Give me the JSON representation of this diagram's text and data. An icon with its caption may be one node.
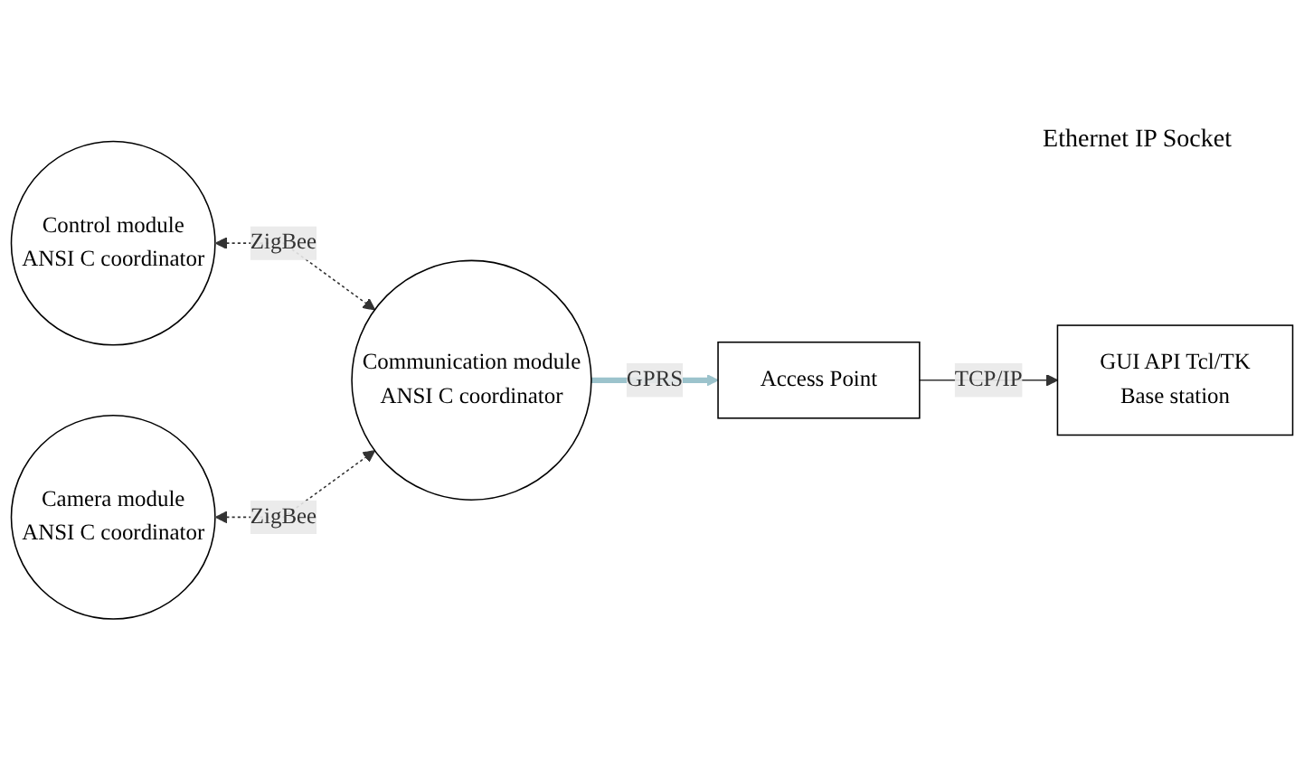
{
  "diagram": {
    "nodes": [
      {
        "text": [
          "GUI API Tcl/TK",
          "Base station"
        ]
      },
      {
        "text": [
          "Camera module",
          "ANSI C coordinator"
        ]
      },
      {
        "text": [
          "Control module",
          "ANSI C coordinator"
        ]
      },
      {
        "text": [
          "Communication module",
          "ANSI C coordinator"
        ]
      },
      {
        "text": [
          "Access Point"
        ]
      }
    ],
    "edges": [
      {
        "from": 2,
        "to": 3,
        "arrow": "both",
        "style": "dashed",
        "label": "ZigBee"
      },
      {
        "from": 1,
        "to": 3,
        "arrow": "both",
        "style": "dashed",
        "label": "ZigBee"
      },
      {
        "from": 3,
        "to": 4,
        "arrow": "to",
        "style": "thick",
        "color": "#9cc3cc",
        "label": "GPRS"
      },
      {
        "from": 4,
        "to": 0,
        "arrow": "to",
        "label": "TCP/IP"
      }
    ],
    "labels": [
      "Ethernet IP Socket"
    ]
  }
}
